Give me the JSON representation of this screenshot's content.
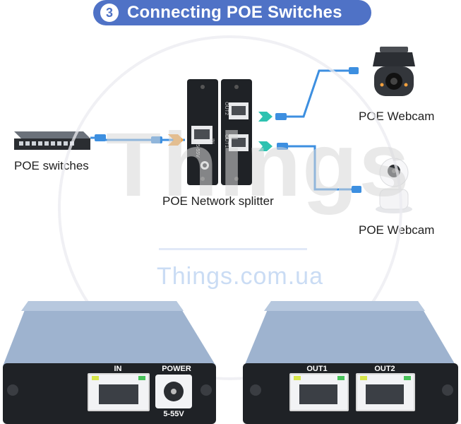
{
  "header": {
    "step_number": "3",
    "title": "Connecting POE Switches"
  },
  "diagram": {
    "switch_label": "POE switches",
    "splitter_label": "POE Network splitter",
    "cam_top_label": "POE Webcam",
    "cam_bottom_label": "POE  Webcam",
    "splitter_in_port": "IN",
    "splitter_voltage": "5-55V",
    "splitter_out1": "OUT1",
    "splitter_out2": "OUT2"
  },
  "watermark": {
    "big": "Things",
    "small": "Things.com.ua"
  },
  "bottom_left_device": {
    "in_label": "IN",
    "power_label": "POWER",
    "voltage_label": "5-55V"
  },
  "bottom_right_device": {
    "out1_label": "OUT1",
    "out2_label": "OUT2"
  },
  "colors": {
    "accent": "#4f72c6",
    "cable_blue": "#3d8fe0",
    "arrow_orange": "#f2a03d",
    "arrow_teal": "#2ec2b0",
    "device_body": "#9eb3cf",
    "device_face": "#1f2226"
  }
}
